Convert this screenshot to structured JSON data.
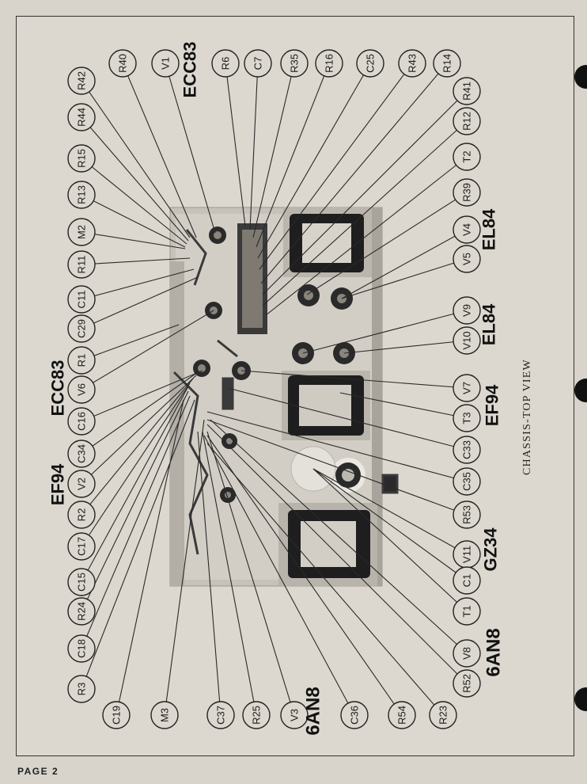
{
  "caption": "CHASSIS-TOP VIEW",
  "page_label": "PAGE 2",
  "callouts": [
    {
      "label": "R40"
    },
    {
      "label": "V1"
    },
    {
      "label": "R6"
    },
    {
      "label": "C7"
    },
    {
      "label": "R35"
    },
    {
      "label": "R16"
    },
    {
      "label": "C25"
    },
    {
      "label": "R43"
    },
    {
      "label": "R14"
    },
    {
      "label": "R42"
    },
    {
      "label": "R41"
    },
    {
      "label": "R44"
    },
    {
      "label": "R12"
    },
    {
      "label": "R15"
    },
    {
      "label": "T2"
    },
    {
      "label": "R13"
    },
    {
      "label": "R39"
    },
    {
      "label": "M2"
    },
    {
      "label": "V4"
    },
    {
      "label": "R11"
    },
    {
      "label": "V5"
    },
    {
      "label": "C11"
    },
    {
      "label": "C29"
    },
    {
      "label": "V9"
    },
    {
      "label": "R1"
    },
    {
      "label": "V10"
    },
    {
      "label": "V6"
    },
    {
      "label": "V7"
    },
    {
      "label": "C16"
    },
    {
      "label": "T3"
    },
    {
      "label": "C34"
    },
    {
      "label": "C33"
    },
    {
      "label": "V2"
    },
    {
      "label": "C35"
    },
    {
      "label": "R2"
    },
    {
      "label": "R53"
    },
    {
      "label": "C17"
    },
    {
      "label": "V11"
    },
    {
      "label": "C15"
    },
    {
      "label": "C1"
    },
    {
      "label": "R24"
    },
    {
      "label": "T1"
    },
    {
      "label": "C18"
    },
    {
      "label": "V8"
    },
    {
      "label": "R3"
    },
    {
      "label": "R52"
    },
    {
      "label": "C19"
    },
    {
      "label": "M3"
    },
    {
      "label": "C37"
    },
    {
      "label": "R25"
    },
    {
      "label": "V3"
    },
    {
      "label": "C36"
    },
    {
      "label": "R54"
    },
    {
      "label": "R23"
    }
  ],
  "tube_types": [
    {
      "label": "ECC83"
    },
    {
      "label": "EL84"
    },
    {
      "label": "ECC83"
    },
    {
      "label": "EL84"
    },
    {
      "label": "EF94"
    },
    {
      "label": "EF94"
    },
    {
      "label": "GZ34"
    },
    {
      "label": "6AN8"
    },
    {
      "label": "6AN8"
    }
  ]
}
